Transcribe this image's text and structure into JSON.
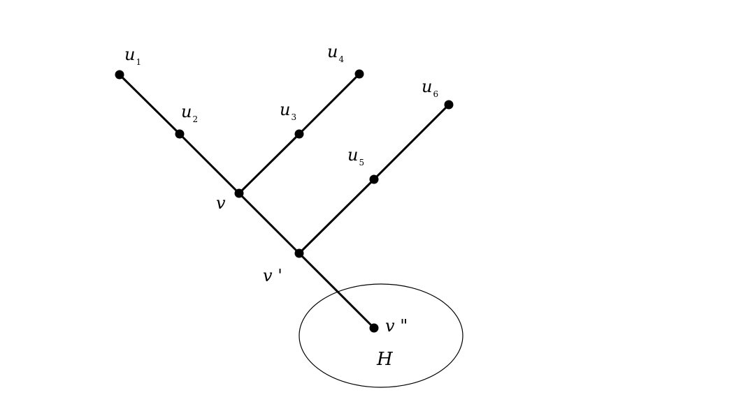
{
  "diagram": {
    "nodes": [
      {
        "id": "u1",
        "label": "u",
        "sub": "1"
      },
      {
        "id": "u2",
        "label": "u",
        "sub": "2"
      },
      {
        "id": "u3",
        "label": "u",
        "sub": "3"
      },
      {
        "id": "u4",
        "label": "u",
        "sub": "4"
      },
      {
        "id": "u5",
        "label": "u",
        "sub": "5"
      },
      {
        "id": "u6",
        "label": "u",
        "sub": "6"
      },
      {
        "id": "v",
        "label": "v",
        "sub": ""
      },
      {
        "id": "vp",
        "label": "v '",
        "sub": ""
      },
      {
        "id": "vpp",
        "label": "v \"",
        "sub": ""
      }
    ],
    "edges": [
      [
        "u1",
        "u2"
      ],
      [
        "u2",
        "v"
      ],
      [
        "v",
        "vp"
      ],
      [
        "vp",
        "vpp"
      ],
      [
        "v",
        "u3"
      ],
      [
        "u3",
        "u4"
      ],
      [
        "vp",
        "u5"
      ],
      [
        "u5",
        "u6"
      ]
    ],
    "region": {
      "label": "H"
    }
  }
}
